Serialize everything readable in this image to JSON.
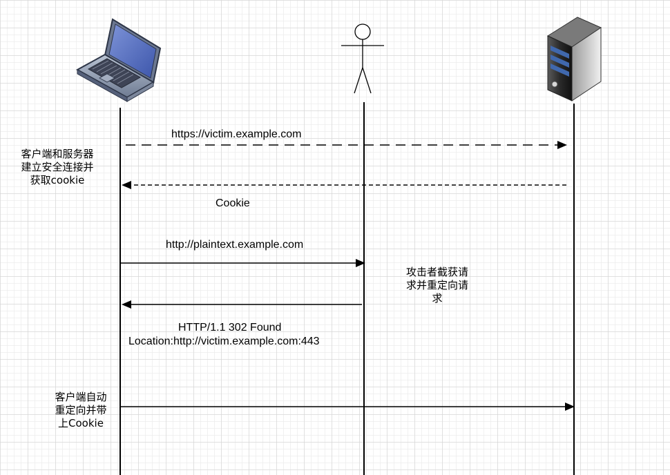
{
  "participants": {
    "client": "laptop-icon",
    "attacker": "stick-figure-icon",
    "server": "server-tower-icon"
  },
  "messages": {
    "https_request": "https://victim.example.com",
    "cookie_response": "Cookie",
    "http_request": "http://plaintext.example.com",
    "redirect_status": "HTTP/1.1 302 Found",
    "redirect_location": "Location:http://victim.example.com:443"
  },
  "notes": {
    "client_connect": [
      "客户端和服务器",
      "建立安全连接并",
      "获取cookie"
    ],
    "attacker_intercept": [
      "攻击者截获请",
      "求并重定向请",
      "求"
    ],
    "client_redirect": [
      "客户端自动",
      "重定向并带",
      "上Cookie"
    ]
  },
  "colors": {
    "line": "#000000",
    "laptop_body": "#8a97ad",
    "laptop_screen": "#4a63b7",
    "server_body": "#3a3a3a",
    "server_accent": "#3f5f9c"
  }
}
